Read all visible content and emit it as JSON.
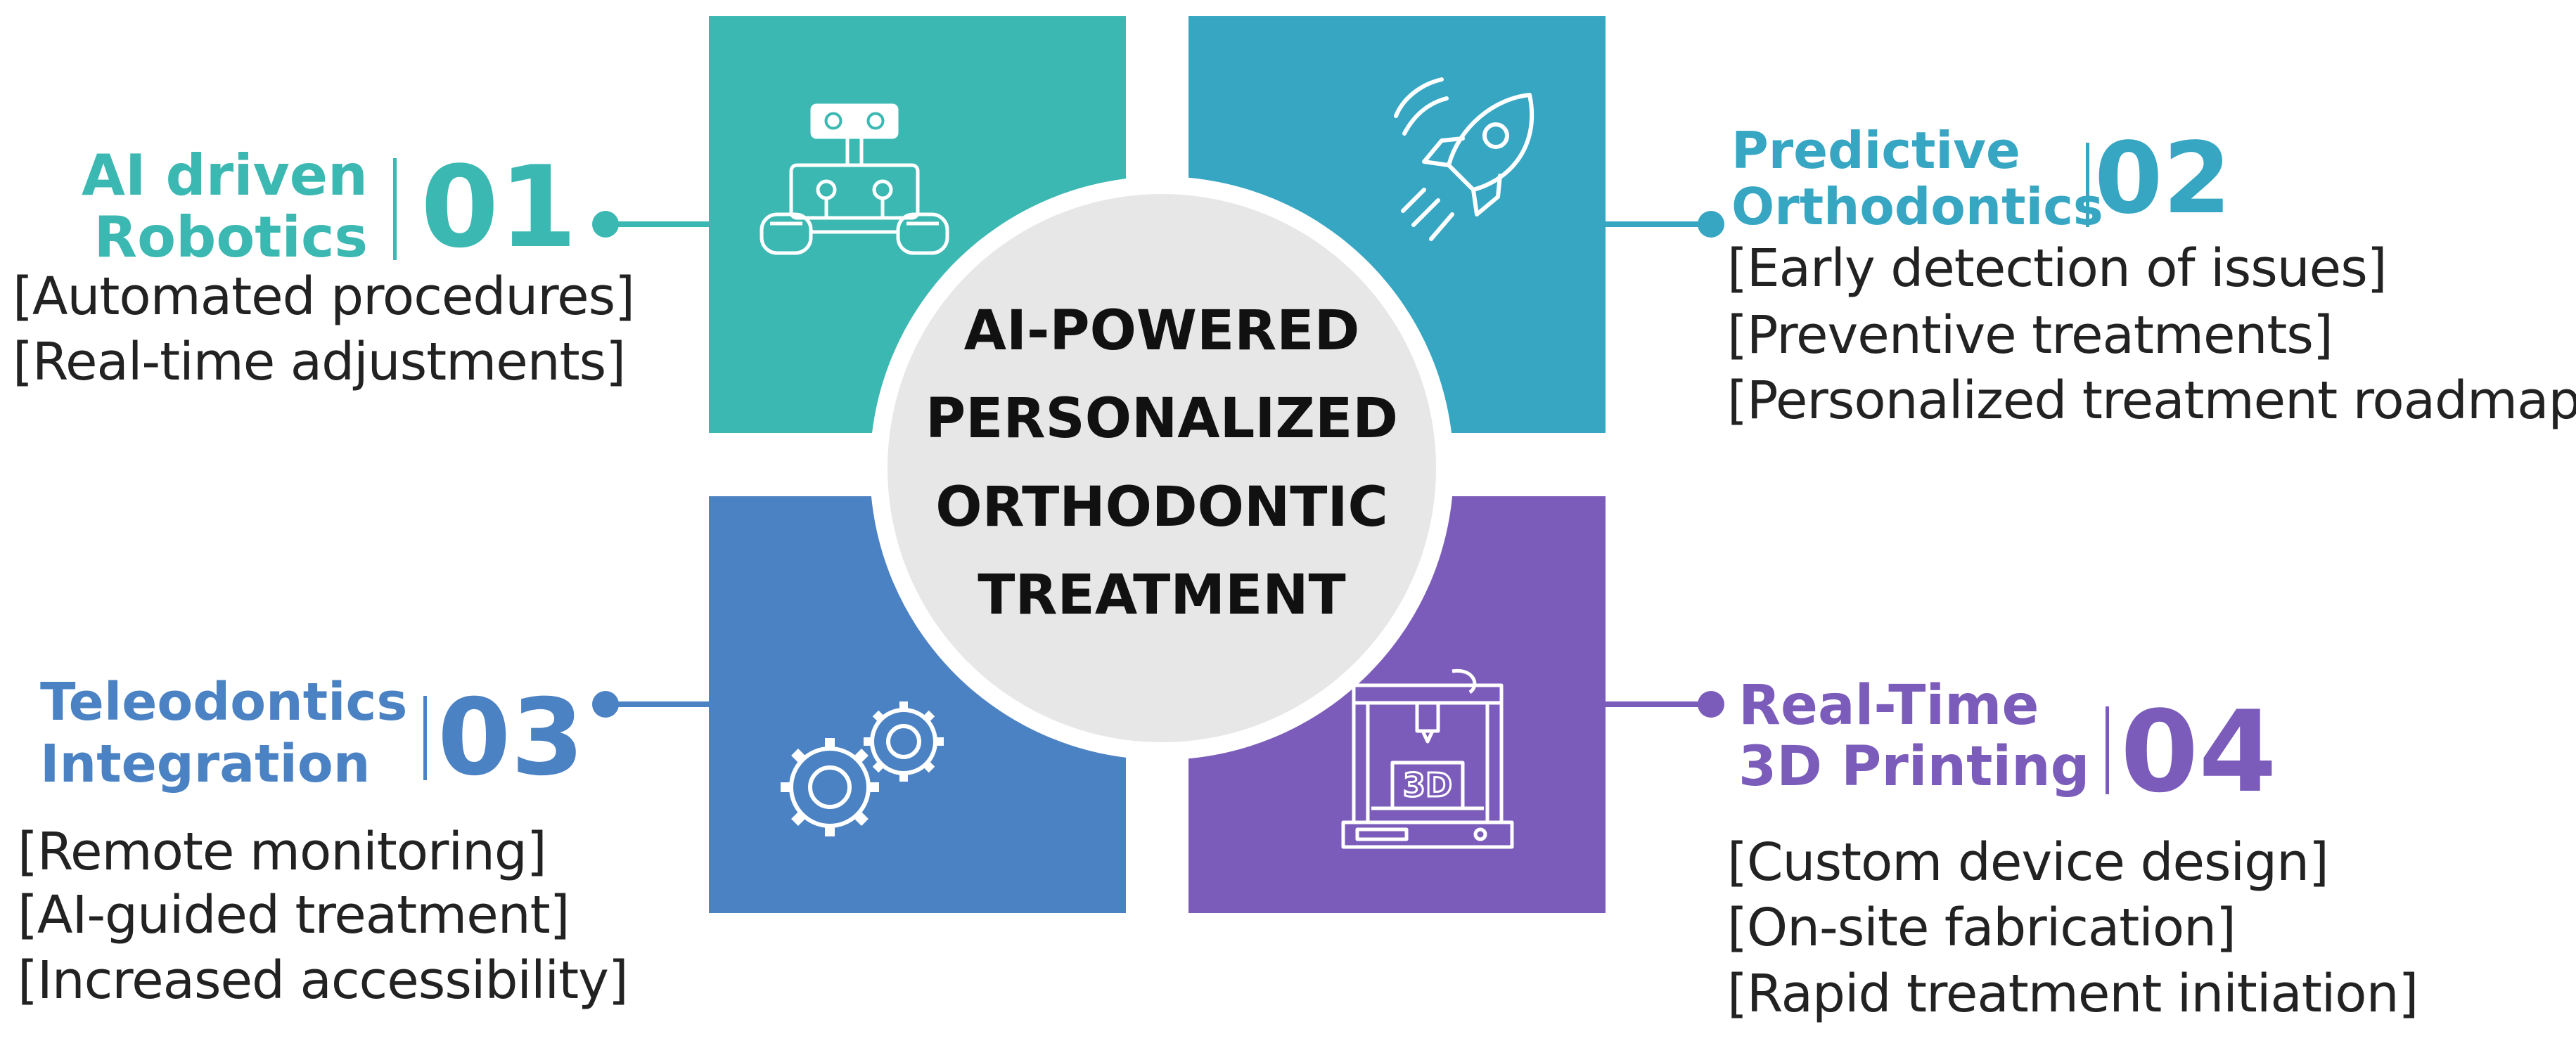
{
  "center": {
    "lines": [
      "AI-POWERED",
      "PERSONALIZED",
      "ORTHODONTIC",
      "TREATMENT"
    ],
    "color": "#111111"
  },
  "quadrants": [
    {
      "title_lines": [
        "AI driven",
        "Robotics"
      ],
      "number": "01",
      "items": [
        "[Automated procedures]",
        "[Real-time adjustments]"
      ],
      "color": "#3cb8b2",
      "icon": "robot-icon"
    },
    {
      "title_lines": [
        "Predictive",
        "Orthodontics"
      ],
      "number": "02",
      "items": [
        "[Early detection of issues]",
        "[Preventive treatments]",
        "[Personalized treatment roadmaps]"
      ],
      "color": "#36a6c3",
      "icon": "rocket-icon"
    },
    {
      "title_lines": [
        "Teleodontics",
        "Integration"
      ],
      "number": "03",
      "items": [
        "[Remote monitoring]",
        "[AI-guided treatment]",
        "[Increased accessibility]"
      ],
      "color": "#4b82c3",
      "icon": "gears-icon"
    },
    {
      "title_lines": [
        "Real-Time",
        "3D Printing"
      ],
      "number": "04",
      "items": [
        "[Custom device design]",
        "[On-site fabrication]",
        "[Rapid treatment initiation]"
      ],
      "color": "#7b5cba",
      "icon": "3d-printer-icon"
    }
  ],
  "printer_label": "3D"
}
